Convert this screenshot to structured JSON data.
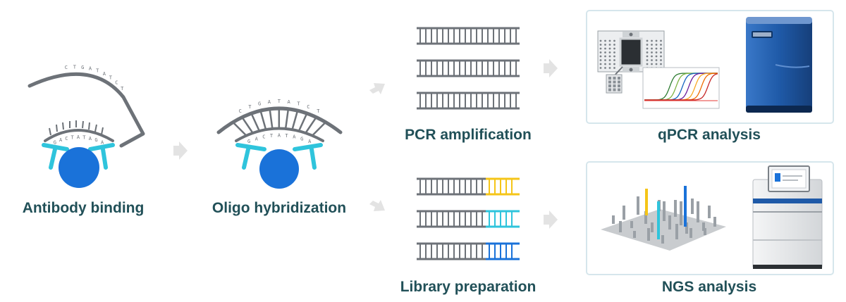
{
  "labels": {
    "antibody": "Antibody binding",
    "oligo": "Oligo hybridization",
    "pcr": "PCR amplification",
    "library": "Library preparation",
    "qpcr": "qPCR analysis",
    "ngs": "NGS analysis"
  },
  "sequences": {
    "outer": "CTGATATCT",
    "inner": "GACTATAGA"
  },
  "colors": {
    "label": "#215058",
    "strand": "#6d7278",
    "antibody": "#1a72d9",
    "antibody_arm": "#2fc4dc",
    "arrow": "#e3e3e3",
    "panel_border": "#d6e6ec",
    "barcode_yellow": "#f5c518",
    "barcode_cyan": "#2fc4dc",
    "barcode_blue": "#1a72d9",
    "instrument_blue": "#1f5aa8"
  },
  "icons": {
    "arrows": "chevron-arrow-icon",
    "qpcr_plate": "sample-plate-icon",
    "qpcr_chart": "amplification-curve-icon",
    "qpcr_instrument": "qpcr-instrument-icon",
    "ngs_plot": "3d-bar-plot-icon",
    "ngs_instrument": "sequencer-icon"
  }
}
